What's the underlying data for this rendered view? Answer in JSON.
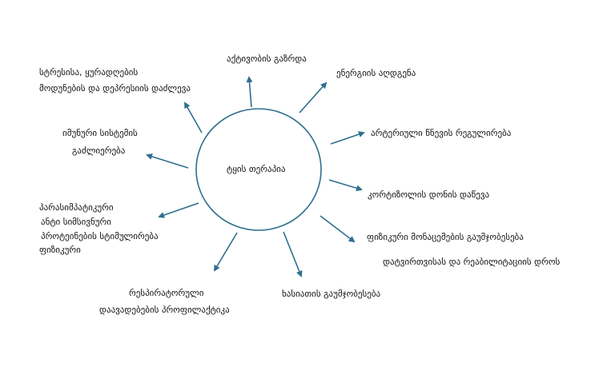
{
  "center": "ტყის თერაპია",
  "colors": {
    "line": "#2e6f8e",
    "text": "#111111"
  },
  "benefits": {
    "stress": [
      "სტრესისა, ყურადღების",
      "მოდუნების და დეპრესიის დაძლევა"
    ],
    "immune": [
      "იმუნური სისტემის",
      "გაძლიერება"
    ],
    "activity": "აქტივობის გაზრდა",
    "energy": "ენერგიის აღდგენა",
    "blood_pressure": "არტერიული წნევის რეგულირება",
    "cortisol": "კორტიზოლის დონის დაწევა",
    "physical": [
      "ფიზიკური მონაცემების გაუმჯობესება",
      "დატვირთვისას და რეაბილიტაციის დროს"
    ],
    "mood": "ხასიათის გაუმჯობესება",
    "respiratory": [
      "რესპირატორული",
      "დაავადებების პროფილაქტიკა"
    ],
    "parasympathetic": [
      "პარასიმპატიკური",
      "ანტი სიმსივნური",
      "პროტეინების სტიმულირება",
      "ფიზიკური"
    ]
  }
}
